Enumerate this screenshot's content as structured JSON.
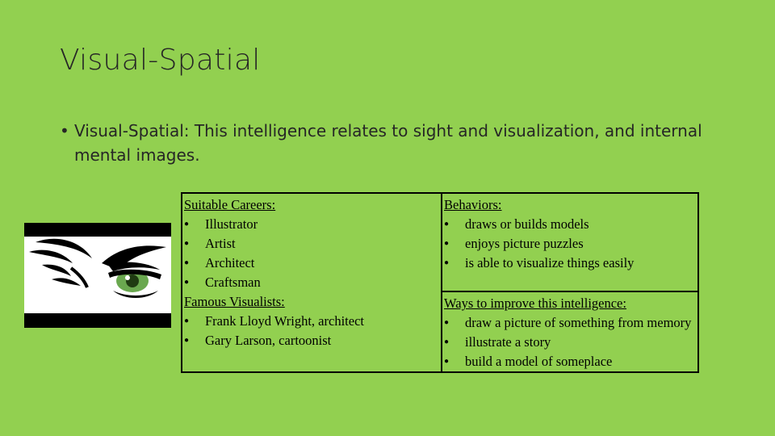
{
  "title": "Visual-Spatial",
  "bullet": {
    "marker": "•",
    "text": "Visual-Spatial: This intelligence relates to sight and visualization, and internal mental images."
  },
  "table": {
    "careers_header": "Suitable Careers:",
    "careers": [
      "Illustrator",
      "Artist",
      "Architect",
      "Craftsman"
    ],
    "visualists_header": "Famous Visualists:",
    "visualists": [
      "Frank Lloyd Wright, architect",
      "Gary Larson, cartoonist"
    ],
    "behaviors_header": "Behaviors:",
    "behaviors": [
      "draws or builds models",
      "enjoys picture puzzles",
      "is able to visualize things easily"
    ],
    "improve_header": "Ways to improve this intelligence:",
    "improve": [
      "draw a picture of something from memory",
      "illustrate a story",
      "build a model of someplace"
    ],
    "list_marker": "●"
  },
  "colors": {
    "background": "#92d050",
    "title_text": "#262626",
    "eye_iris": "#6aa84f"
  },
  "image": {
    "icon": "eyes-illustration"
  }
}
